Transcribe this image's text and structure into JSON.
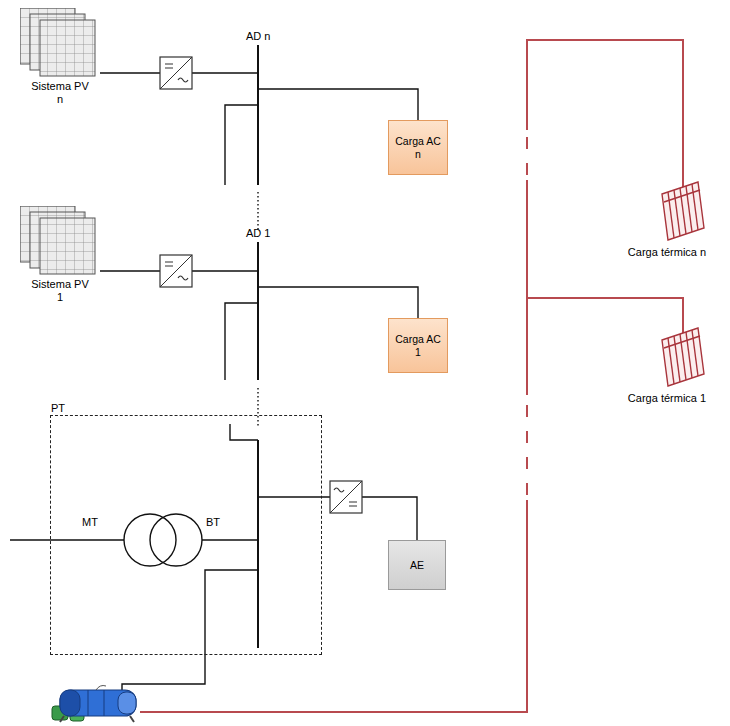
{
  "diagram": {
    "nodes": [
      {
        "text": [
          "Sistema PV n"
        ]
      },
      {
        "text": [
          "Carga AC n"
        ]
      },
      {
        "text": [
          "Sistema PV 1"
        ]
      },
      {
        "text": [
          "Carga AC 1"
        ]
      },
      {
        "text": [
          "PT"
        ]
      },
      {
        "text": [
          "AE"
        ]
      },
      {
        "text": [
          "Carga térmica n"
        ]
      },
      {
        "text": [
          "Carga térmica 1"
        ]
      }
    ],
    "edges": [
      {
        "from": 0,
        "to": 1,
        "arrow": "none"
      },
      {
        "from": 2,
        "to": 3,
        "arrow": "none"
      },
      {
        "from": 4,
        "to": 5,
        "arrow": "none"
      }
    ],
    "labels": [
      "AD n",
      "AD 1",
      "MT",
      "BT"
    ]
  }
}
